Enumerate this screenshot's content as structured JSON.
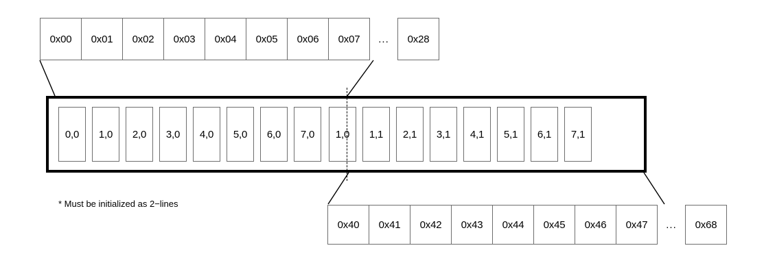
{
  "diagram": {
    "title": "Memory line address mapping diagram",
    "footnote": "* Must be initialized as 2−lines",
    "ellipsis": "...",
    "colors": {
      "background": "#ffffff",
      "cell_border": "#6e6e6e",
      "big_box_border": "#000000",
      "text": "#000000",
      "divider": "#000000"
    },
    "top_row": {
      "name": "line-0-addresses",
      "cells": [
        "0x00",
        "0x01",
        "0x02",
        "0x03",
        "0x04",
        "0x05",
        "0x06",
        "0x07"
      ],
      "separator": "...",
      "tail_cell": "0x28"
    },
    "memory_line": {
      "name": "cache-line-words",
      "first_half": [
        "0,0",
        "1,0",
        "2,0",
        "3,0",
        "4,0",
        "5,0",
        "6,0",
        "7,0"
      ],
      "second_half": [
        "1,0",
        "1,1",
        "2,1",
        "3,1",
        "4,1",
        "5,1",
        "6,1",
        "7,1"
      ],
      "divider_style": "dashed"
    },
    "bottom_row": {
      "name": "line-1-addresses",
      "cells": [
        "0x40",
        "0x41",
        "0x42",
        "0x43",
        "0x44",
        "0x45",
        "0x46",
        "0x47"
      ],
      "separator": "...",
      "tail_cell": "0x68"
    }
  }
}
